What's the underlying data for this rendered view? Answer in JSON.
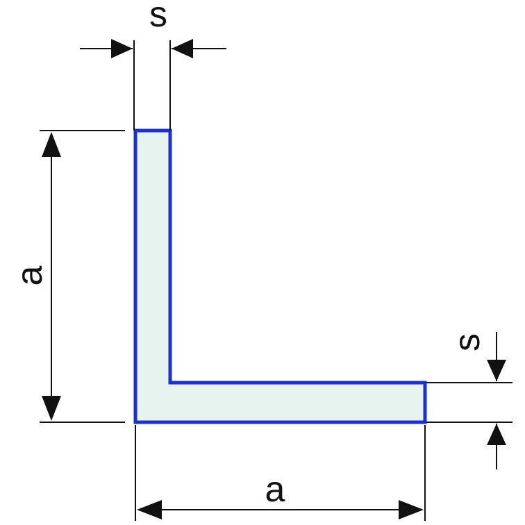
{
  "labels": {
    "thickness_top": "s",
    "height_left": "a",
    "thickness_right": "s",
    "width_bottom": "a"
  },
  "colors": {
    "profile_outline": "#1a2fd6",
    "profile_fill": "#e6f3ee",
    "dimension_lines": "#111111",
    "background": "#ffffff"
  }
}
